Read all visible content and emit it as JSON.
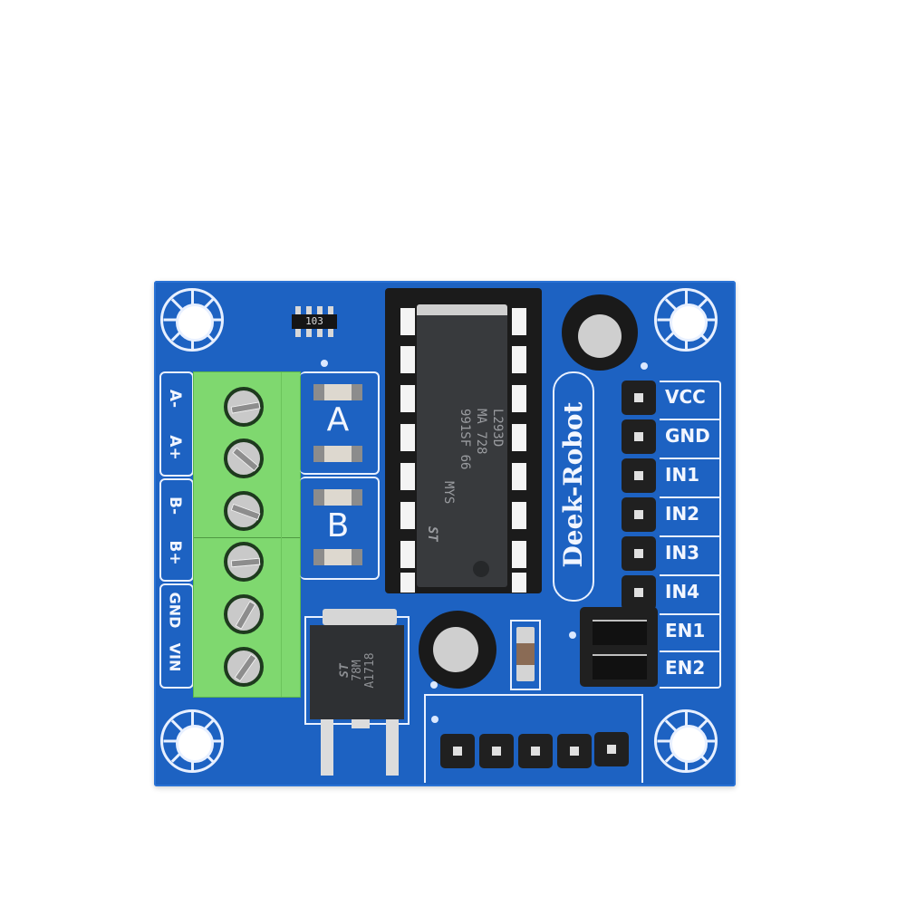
{
  "scene": {
    "subject": "L293D motor driver breakout board",
    "background_color": "#ffffff",
    "board_color": "#1d62c2",
    "silkscreen_color": "#e8f0ff",
    "terminal_color": "#7fd86f"
  },
  "resistor_network": {
    "marking": "103"
  },
  "led_groups": [
    {
      "label": "A"
    },
    {
      "label": "B"
    }
  ],
  "terminal_labels": {
    "group1": [
      "A-",
      "A+"
    ],
    "group2": [
      "B-",
      "B+"
    ],
    "group3": [
      "GND",
      "VIN"
    ]
  },
  "ic": {
    "part": "L293D",
    "line2": "MA 728",
    "line3": "991SF 66",
    "line4": "MYS",
    "brand_logo": "ST"
  },
  "brand": {
    "name": "Deek-Robot"
  },
  "pin_labels": [
    "VCC",
    "GND",
    "IN1",
    "IN2",
    "IN3",
    "IN4",
    "EN1",
    "EN2"
  ],
  "regulator": {
    "brand_logo": "ST",
    "part": "78M",
    "code": "A1718"
  },
  "bottom_header": {
    "pin_count": 5
  },
  "jumpers": [
    {
      "label": "EN1",
      "state": "installed"
    },
    {
      "label": "EN2",
      "state": "installed"
    }
  ]
}
